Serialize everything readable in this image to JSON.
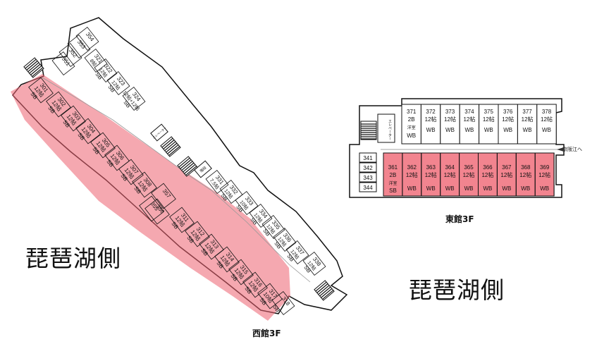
{
  "labels": {
    "lake_side_west": "琵琶湖側",
    "lake_side_east": "琵琶湖側",
    "west_floor": "西館3F",
    "east_floor": "東館3F",
    "east_elevator": "エレベーター",
    "east_corridor": "京阪江へ",
    "west_elevator": "エレベーター",
    "west_stair": "階段"
  },
  "colors": {
    "highlight": "#f2848f",
    "highlight_overlay": "rgba(236,96,112,0.55)",
    "line": "#111111"
  },
  "east_wing": {
    "top_rooms": [
      {
        "num": "371",
        "size": "2B",
        "type": "洋室 WB"
      },
      {
        "num": "372",
        "size": "12帖",
        "type": "WB"
      },
      {
        "num": "373",
        "size": "12帖",
        "type": "WB"
      },
      {
        "num": "374",
        "size": "12帖",
        "type": "WB"
      },
      {
        "num": "375",
        "size": "12帖",
        "type": "WB"
      },
      {
        "num": "376",
        "size": "12帖",
        "type": "WB"
      },
      {
        "num": "377",
        "size": "12帖",
        "type": "WB"
      },
      {
        "num": "378",
        "size": "12帖",
        "type": "WB"
      }
    ],
    "bottom_rooms": [
      {
        "num": "361",
        "size": "2B",
        "type": "洋室 SB"
      },
      {
        "num": "362",
        "size": "12帖",
        "type": "WB"
      },
      {
        "num": "363",
        "size": "12帖",
        "type": "WB"
      },
      {
        "num": "364",
        "size": "12帖",
        "type": "WB"
      },
      {
        "num": "365",
        "size": "12帖",
        "type": "WB"
      },
      {
        "num": "366",
        "size": "12帖",
        "type": "WB"
      },
      {
        "num": "367",
        "size": "12帖",
        "type": "WB"
      },
      {
        "num": "368",
        "size": "12帖",
        "type": "WB"
      },
      {
        "num": "369",
        "size": "12帖",
        "type": "WB"
      }
    ],
    "small_rooms": [
      "341",
      "342",
      "343",
      "344"
    ]
  },
  "west_wing": {
    "lake_rooms": [
      {
        "num": "301",
        "size": "12帖",
        "type": "SB"
      },
      {
        "num": "302",
        "size": "12帖",
        "type": "SB"
      },
      {
        "num": "303",
        "size": "12帖",
        "type": "SB"
      },
      {
        "num": "304",
        "size": "12帖",
        "type": "SB"
      },
      {
        "num": "305",
        "size": "12帖",
        "type": "SB"
      },
      {
        "num": "306",
        "size": "12帖",
        "type": "SB"
      },
      {
        "num": "307",
        "size": "12帖",
        "type": "SB"
      },
      {
        "num": "308",
        "size": "12帖",
        "type": "SB"
      },
      {
        "num": "357",
        "size": "",
        "type": ""
      },
      {
        "num": "356",
        "size": "",
        "type": ""
      },
      {
        "num": "355",
        "size": "",
        "type": ""
      },
      {
        "num": "311",
        "size": "12帖",
        "type": "SB"
      },
      {
        "num": "312",
        "size": "12帖",
        "type": "SB"
      },
      {
        "num": "313",
        "size": "12帖",
        "type": "SB"
      },
      {
        "num": "314",
        "size": "12帖",
        "type": "SB"
      },
      {
        "num": "315",
        "size": "12帖",
        "type": "SB"
      },
      {
        "num": "316",
        "size": "12帖",
        "type": "SB"
      },
      {
        "num": "317",
        "size": "10帖",
        "type": "SB"
      }
    ],
    "mountain_rooms": [
      {
        "num": "351",
        "size": "",
        "type": ""
      },
      {
        "num": "352",
        "size": "",
        "type": ""
      },
      {
        "num": "353",
        "size": "",
        "type": ""
      },
      {
        "num": "354",
        "size": "",
        "type": ""
      },
      {
        "num": "321",
        "size": "8帖",
        "type": ""
      },
      {
        "num": "322",
        "size": "12帖",
        "type": "SB"
      },
      {
        "num": "323",
        "size": "12帖",
        "type": "SB"
      },
      {
        "num": "324",
        "size": "12帖+12帖",
        "type": "SB"
      },
      {
        "num": "331",
        "size": "7.5帖",
        "type": ""
      },
      {
        "num": "332",
        "size": "12帖",
        "type": "SB"
      },
      {
        "num": "333",
        "size": "10帖",
        "type": "SB"
      },
      {
        "num": "334",
        "size": "12帖",
        "type": "SB"
      },
      {
        "num": "335",
        "size": "12帖",
        "type": "SB"
      },
      {
        "num": "336",
        "size": "12帖",
        "type": "SB"
      },
      {
        "num": "337",
        "size": "12帖",
        "type": "SB"
      },
      {
        "num": "338",
        "size": "12帖",
        "type": "SB"
      },
      {
        "num": "318",
        "size": "",
        "type": "SB"
      }
    ]
  }
}
